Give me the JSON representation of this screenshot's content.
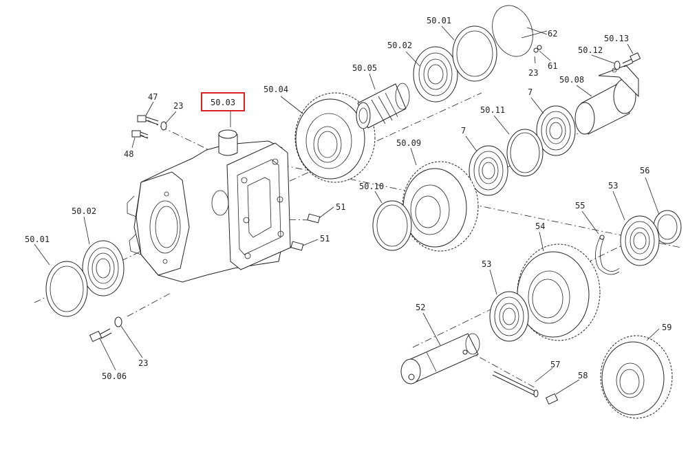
{
  "diagram": {
    "highlighted_label": "50.03",
    "labels": {
      "p50_01_top": "50.01",
      "p62": "62",
      "p50_13": "50.13",
      "p50_02_top": "50.02",
      "p50_12": "50.12",
      "p23_top": "23",
      "p61": "61",
      "p50_05": "50.05",
      "p50_08": "50.08",
      "p50_04": "50.04",
      "p7_top": "7",
      "p47": "47",
      "p23_left": "23",
      "p50_03": "50.03",
      "p50_11": "50.11",
      "p48": "48",
      "p7_mid": "7",
      "p50_09": "50.09",
      "p56": "56",
      "p53_right": "53",
      "p50_10": "50.10",
      "p51_a": "51",
      "p55": "55",
      "p50_02_left": "50.02",
      "p54": "54",
      "p51_b": "51",
      "p50_01_left": "50.01",
      "p53_mid": "53",
      "p52": "52",
      "p59": "59",
      "p23_bottom": "23",
      "p57": "57",
      "p50_06": "50.06",
      "p58": "58"
    },
    "highlight_color": "#d81e1e"
  }
}
